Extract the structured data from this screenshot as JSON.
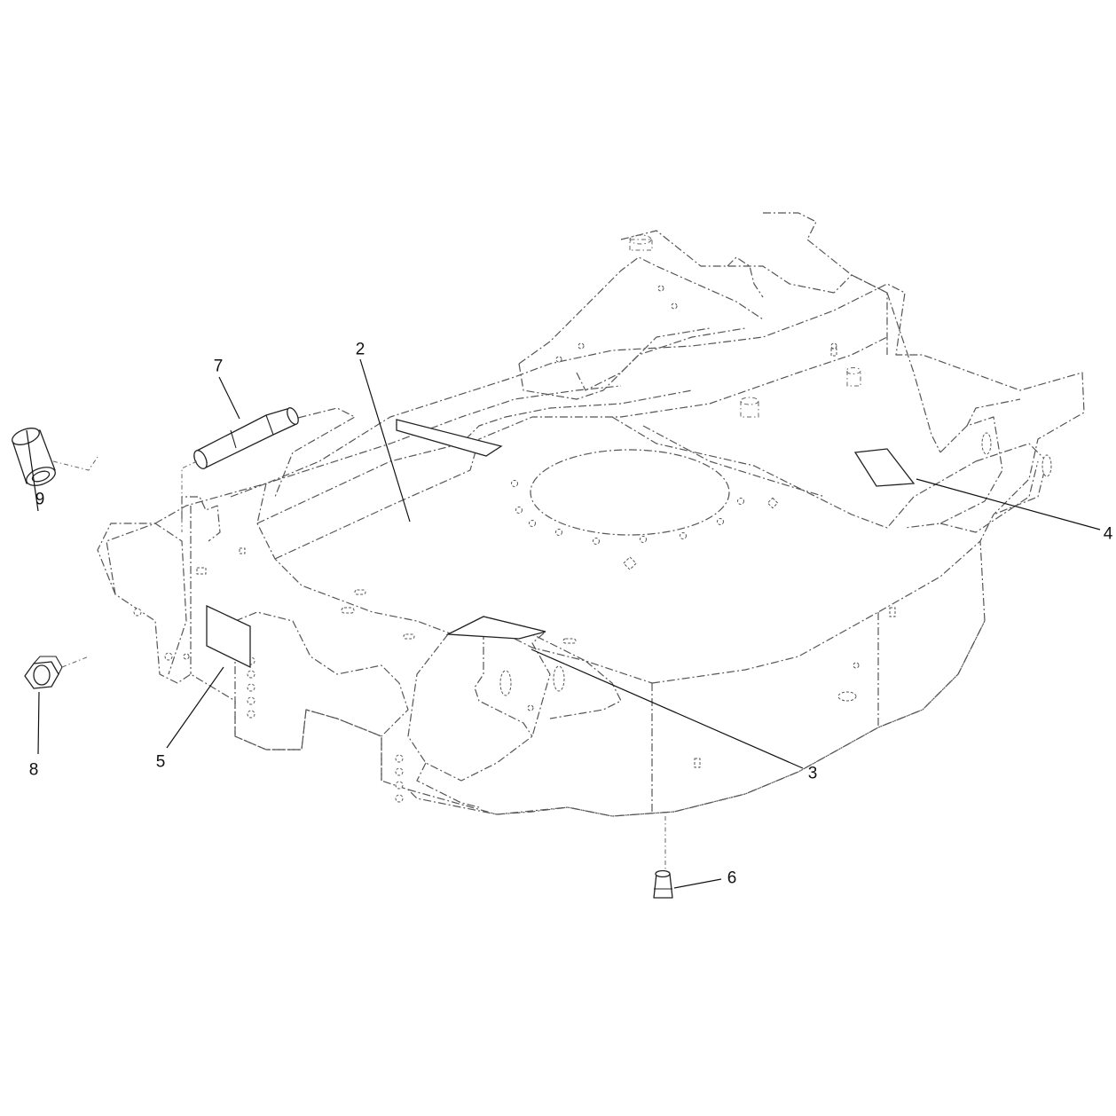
{
  "callouts": {
    "c2": "2",
    "c3": "3",
    "c4": "4",
    "c5": "5",
    "c6": "6",
    "c7": "7",
    "c8": "8",
    "c9": "9"
  }
}
